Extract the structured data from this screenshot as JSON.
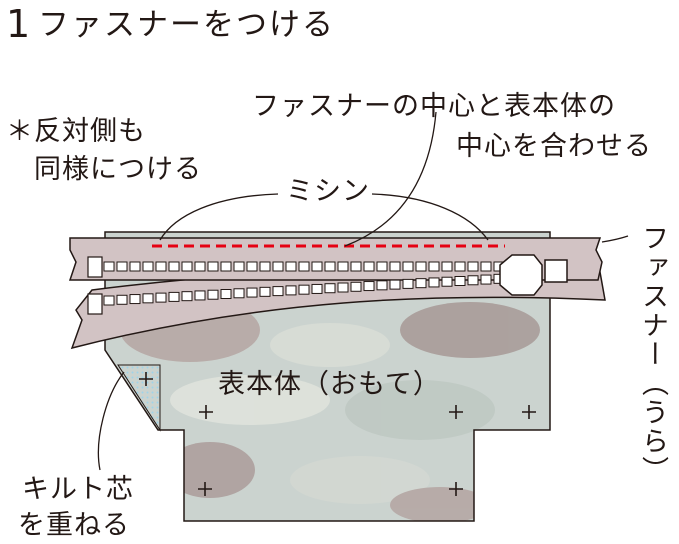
{
  "title": {
    "number": "1",
    "text": "ファスナーをつける"
  },
  "labels": {
    "opposite_side": [
      "＊反対側も",
      "同様につける"
    ],
    "center_align": [
      "ファスナーの中心と表本体の",
      "中心を合わせる"
    ],
    "sewing": "ミシン",
    "zipper_back": "ファスナー（うら）",
    "body_front": "表本体（おもて）",
    "quilt_core": [
      "キルト芯",
      "を重ねる"
    ]
  },
  "colors": {
    "tape": "#d2c3c4",
    "zipper_teeth": "#ffffff",
    "stitch_line": "#e60012",
    "fabric_base": "#cbd3cf",
    "quilt_dots": "#9fd3ea",
    "outline": "#231815"
  },
  "icons": [
    "plus-mark-icon"
  ]
}
